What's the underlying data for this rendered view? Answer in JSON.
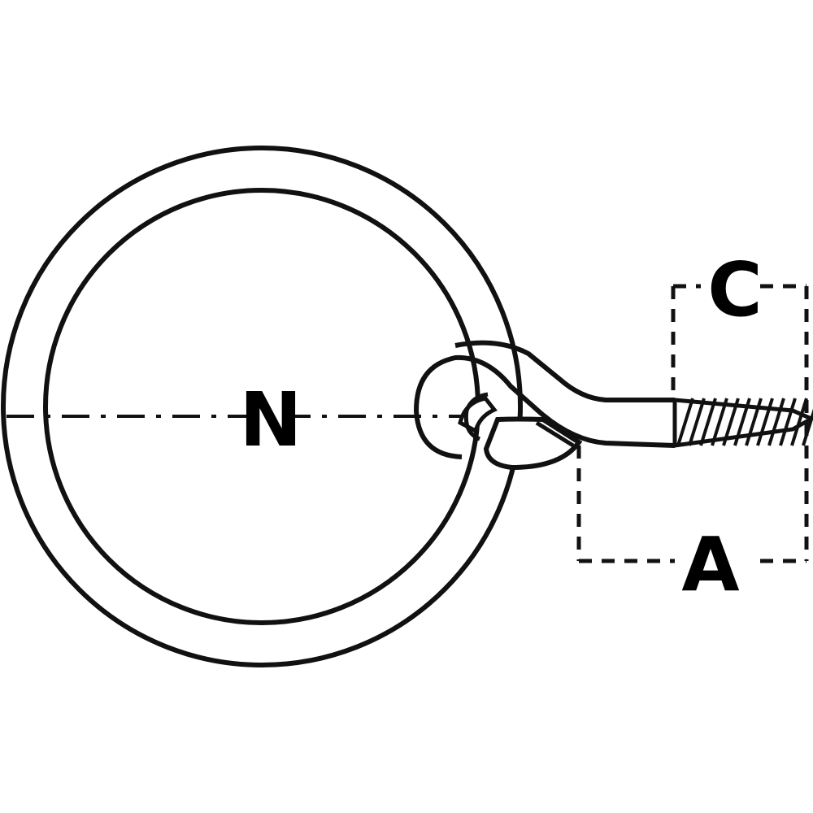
{
  "diagram": {
    "labels": {
      "N": "N",
      "C": "C",
      "A": "A"
    },
    "colors": {
      "stroke": "#111111",
      "background": "#ffffff"
    }
  }
}
